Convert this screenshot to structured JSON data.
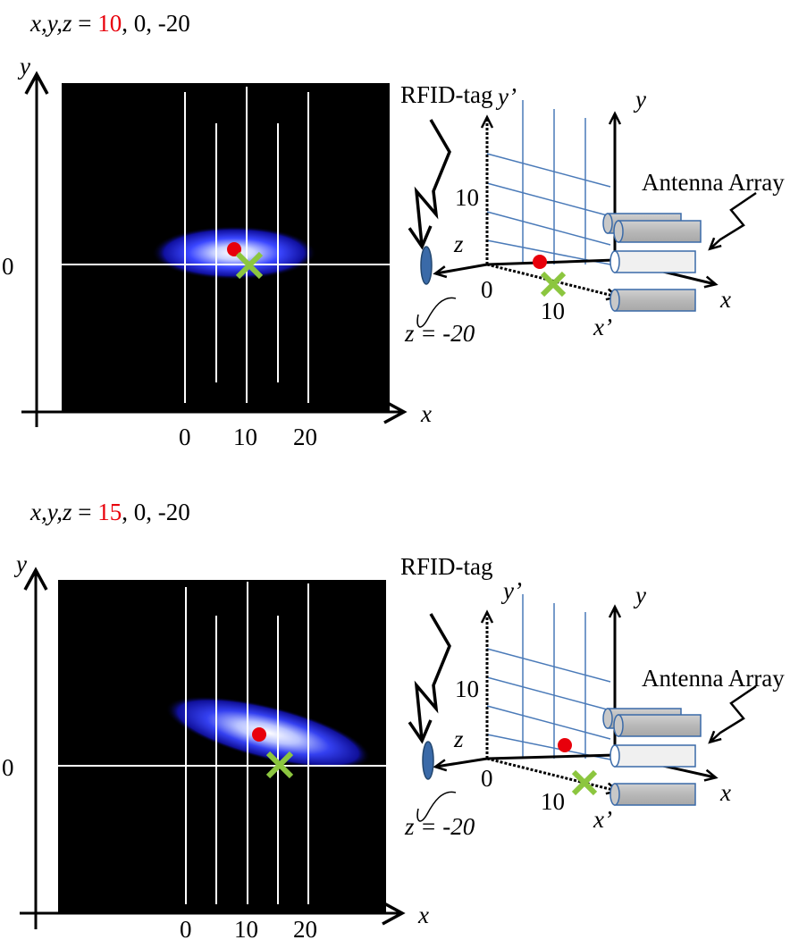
{
  "panels": [
    {
      "header": {
        "prefix": "x,y,z",
        "eq": " = ",
        "x_value": "10",
        "rest": ", 0, -20"
      },
      "heatmap": {
        "y_axis_label": "y",
        "x_axis_label": "x",
        "y_tick": "0",
        "x_ticks": [
          "0",
          "10",
          "20"
        ]
      },
      "diagram": {
        "rfid_label": "RFID-tag",
        "antenna_label": "Antenna Array",
        "y_prime": "y’",
        "y_label": "y",
        "x_label": "x",
        "x_prime": "x’",
        "z_label": "z",
        "tick_10_vertical": "10",
        "origin": "0",
        "tick_10_horizontal": "10",
        "z_eq": "z = -20"
      }
    },
    {
      "header": {
        "prefix": "x,y,z",
        "eq": " = ",
        "x_value": "15",
        "rest": ", 0, -20"
      },
      "heatmap": {
        "y_axis_label": "y",
        "x_axis_label": "x",
        "y_tick": "0",
        "x_ticks": [
          "0",
          "10",
          "20"
        ]
      },
      "diagram": {
        "rfid_label": "RFID-tag",
        "antenna_label": "Antenna Array",
        "y_prime": "y’",
        "y_label": "y",
        "x_label": "x",
        "x_prime": "x’",
        "z_label": "z",
        "tick_10_vertical": "10",
        "origin": "0",
        "tick_10_horizontal": "10",
        "z_eq": "z = -20"
      }
    }
  ],
  "colors": {
    "highlight": "#e8000b",
    "estimate_marker": "#e8000b",
    "true_marker": "#8cc63f",
    "grid_blue": "#4a7ab8",
    "heatmap_bg": "#000000",
    "antenna_fill": "#bdbdbd"
  },
  "icons": [
    "estimate-dot-icon",
    "true-position-cross-icon",
    "antenna-cylinder-icon",
    "rfid-tag-icon",
    "lightning-arrow-icon"
  ]
}
